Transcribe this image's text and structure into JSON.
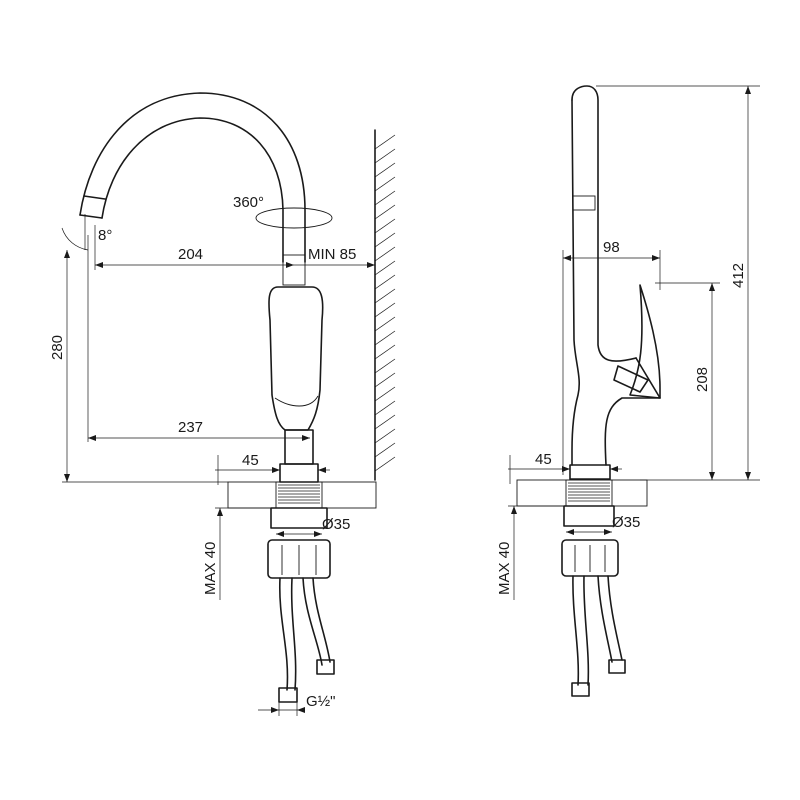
{
  "front_view": {
    "rotation_label": "360°",
    "spout_angle_label": "8°",
    "reach_label": "204",
    "wall_clearance_label": "MIN 85",
    "height_label": "280",
    "outlet_reach_label": "237",
    "base_width_label": "45",
    "thread_dia_label": "Ø35",
    "max_thickness_label": "MAX 40",
    "connection_label": "G½\""
  },
  "side_view": {
    "total_height_label": "412",
    "lever_reach_label": "98",
    "lever_height_label": "208",
    "base_width_label": "45",
    "thread_dia_label": "Ø35",
    "max_thickness_label": "MAX 40"
  }
}
